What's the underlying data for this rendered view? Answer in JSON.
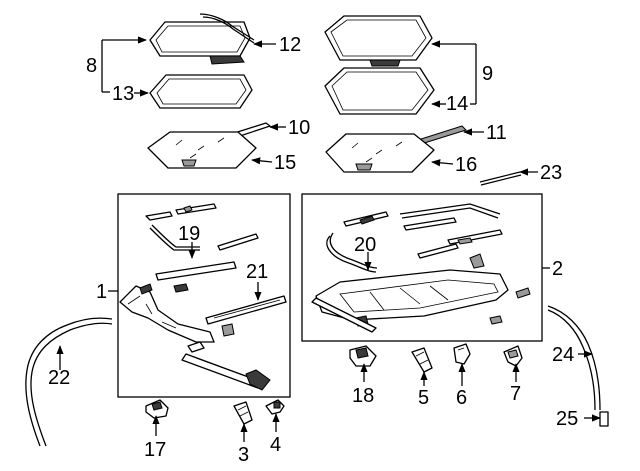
{
  "callouts": {
    "c1": "1",
    "c2": "2",
    "c3": "3",
    "c4": "4",
    "c5": "5",
    "c6": "6",
    "c7": "7",
    "c8": "8",
    "c9": "9",
    "c10": "10",
    "c11": "11",
    "c12": "12",
    "c13": "13",
    "c14": "14",
    "c15": "15",
    "c16": "16",
    "c17": "17",
    "c18": "18",
    "c19": "19",
    "c20": "20",
    "c21": "21",
    "c22": "22",
    "c23": "23",
    "c24": "24",
    "c25": "25"
  },
  "colors": {
    "ink": "#000000",
    "paper": "#ffffff",
    "shade": "#3a3a3a"
  }
}
